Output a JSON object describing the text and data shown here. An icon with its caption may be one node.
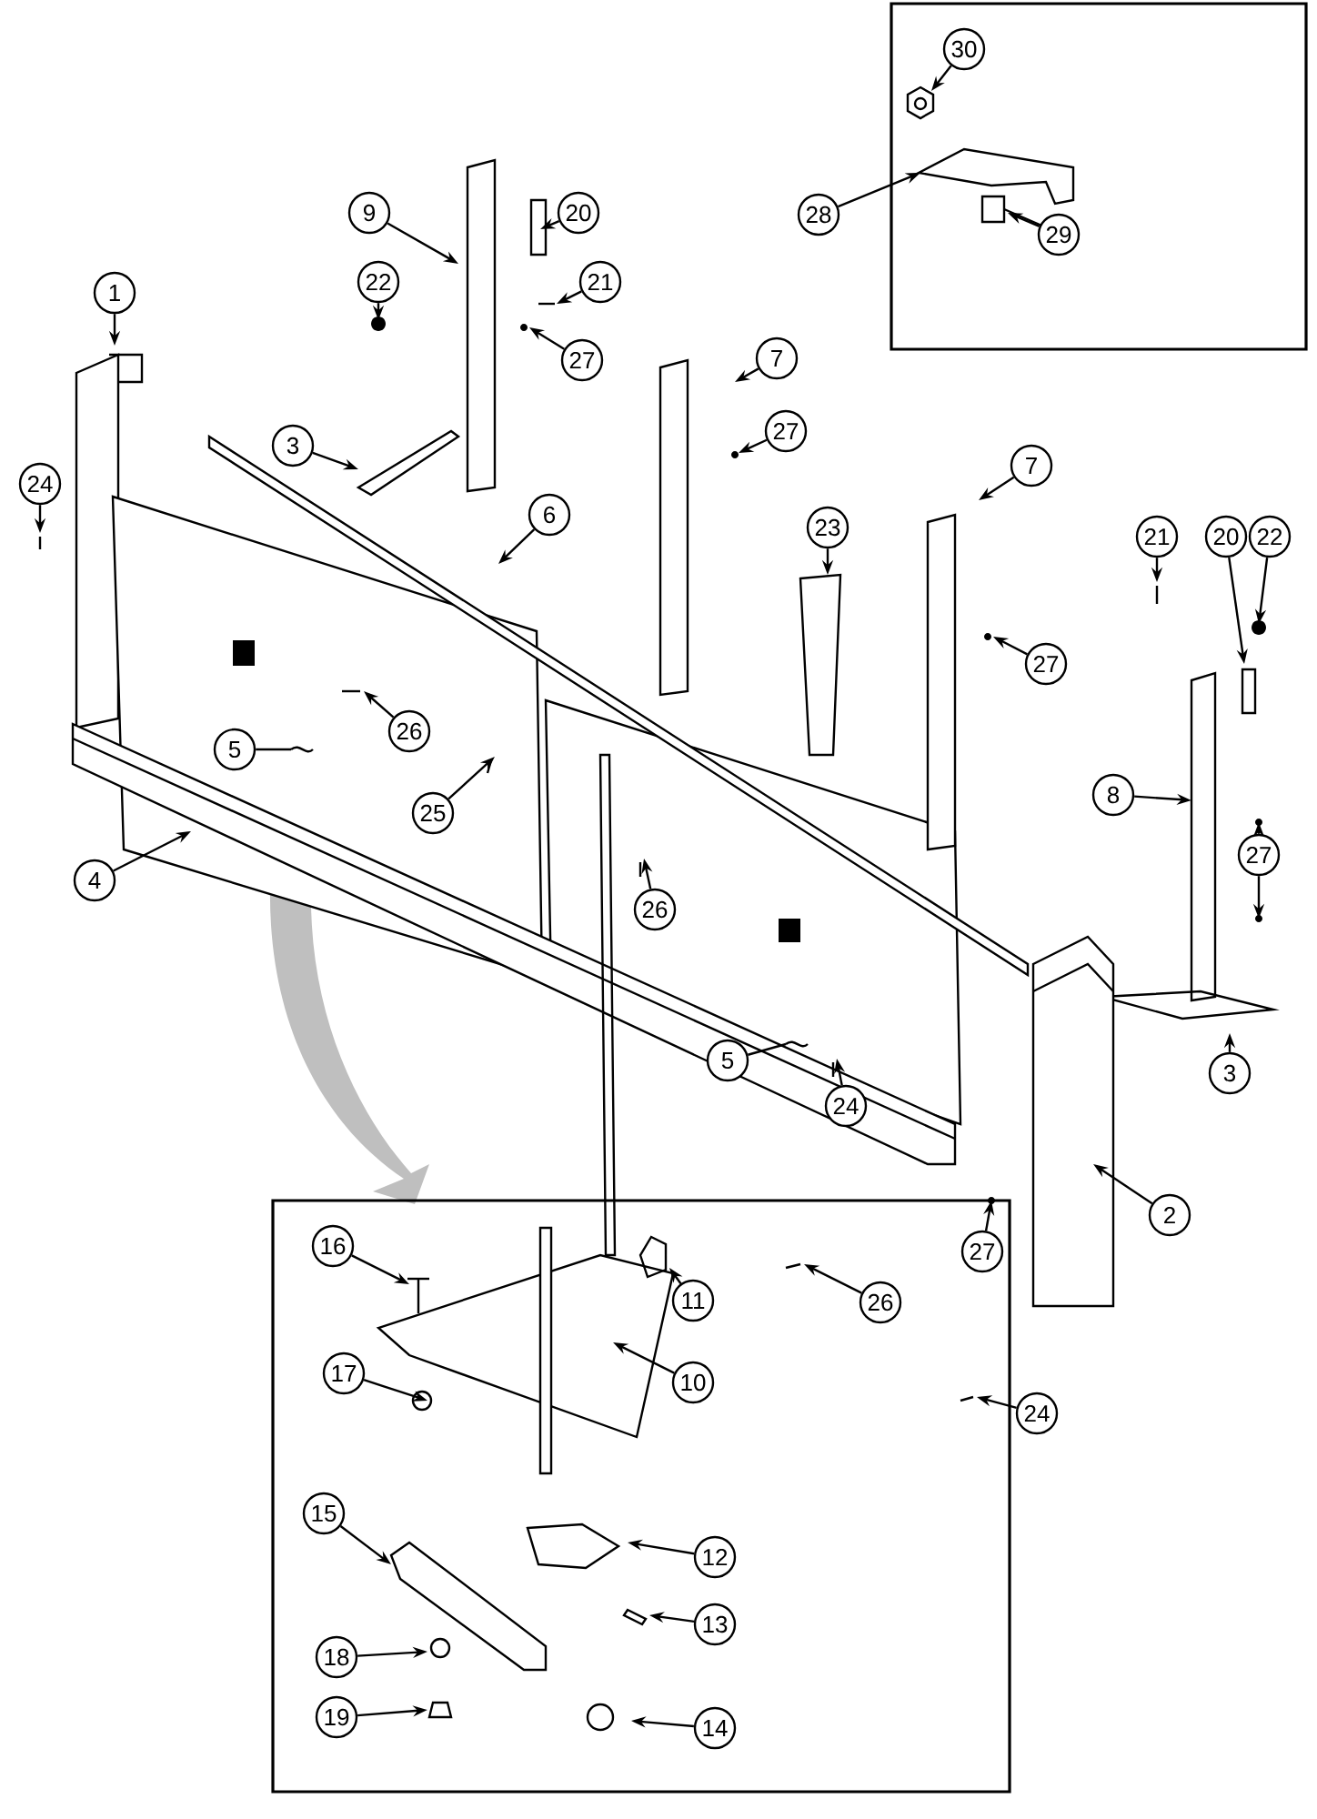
{
  "diagram": {
    "nodes": [
      {
        "text": [
          "30"
        ]
      },
      {
        "text": [
          "22"
        ]
      },
      {
        "text": [
          "20"
        ]
      },
      {
        "text": [
          "9"
        ]
      },
      {
        "text": [
          "28"
        ]
      },
      {
        "text": [
          "29"
        ]
      },
      {
        "text": [
          "1"
        ]
      },
      {
        "text": [
          "21"
        ]
      },
      {
        "text": [
          "27"
        ]
      },
      {
        "text": [
          "7"
        ]
      },
      {
        "text": [
          "27"
        ]
      },
      {
        "text": [
          "3"
        ]
      },
      {
        "text": [
          "7"
        ]
      },
      {
        "text": [
          "24"
        ]
      },
      {
        "text": [
          "6"
        ]
      },
      {
        "text": [
          "23"
        ]
      },
      {
        "text": [
          "21"
        ]
      },
      {
        "text": [
          "20"
        ]
      },
      {
        "text": [
          "22"
        ]
      },
      {
        "text": [
          "27"
        ]
      },
      {
        "text": [
          "26"
        ]
      },
      {
        "text": [
          "5"
        ]
      },
      {
        "text": [
          "8"
        ]
      },
      {
        "text": [
          "25"
        ]
      },
      {
        "text": [
          "27"
        ]
      },
      {
        "text": [
          "4"
        ]
      },
      {
        "text": [
          "26"
        ]
      },
      {
        "text": [
          "5"
        ]
      },
      {
        "text": [
          "3"
        ]
      },
      {
        "text": [
          "24"
        ]
      },
      {
        "text": [
          "2"
        ]
      },
      {
        "text": [
          "27"
        ]
      },
      {
        "text": [
          "16"
        ]
      },
      {
        "text": [
          "26"
        ]
      },
      {
        "text": [
          "11"
        ]
      },
      {
        "text": [
          "10"
        ]
      },
      {
        "text": [
          "17"
        ]
      },
      {
        "text": [
          "24"
        ]
      },
      {
        "text": [
          "15"
        ]
      },
      {
        "text": [
          "12"
        ]
      },
      {
        "text": [
          "13"
        ]
      },
      {
        "text": [
          "18"
        ]
      },
      {
        "text": [
          "19"
        ]
      },
      {
        "text": [
          "14"
        ]
      }
    ],
    "edges": [
      {
        "from": 0,
        "to": null,
        "arrow": "to"
      },
      {
        "from": 1,
        "to": null,
        "arrow": "to"
      },
      {
        "from": 2,
        "to": null,
        "arrow": "to"
      },
      {
        "from": 3,
        "to": null,
        "arrow": "to"
      },
      {
        "from": 4,
        "to": null,
        "arrow": "to"
      },
      {
        "from": 5,
        "to": null,
        "arrow": "to"
      },
      {
        "from": 6,
        "to": null,
        "arrow": "to"
      },
      {
        "from": 7,
        "to": null,
        "arrow": "to"
      },
      {
        "from": 8,
        "to": null,
        "arrow": "to"
      },
      {
        "from": 9,
        "to": null,
        "arrow": "to"
      },
      {
        "from": 10,
        "to": null,
        "arrow": "to"
      },
      {
        "from": 11,
        "to": null,
        "arrow": "to"
      },
      {
        "from": 12,
        "to": null,
        "arrow": "to"
      },
      {
        "from": 13,
        "to": null,
        "arrow": "to"
      },
      {
        "from": 14,
        "to": null,
        "arrow": "to"
      },
      {
        "from": 15,
        "to": null,
        "arrow": "to"
      },
      {
        "from": 16,
        "to": null,
        "arrow": "to"
      },
      {
        "from": 17,
        "to": null,
        "arrow": "to"
      },
      {
        "from": 18,
        "to": null,
        "arrow": "to"
      },
      {
        "from": 19,
        "to": null,
        "arrow": "to"
      },
      {
        "from": 20,
        "to": null,
        "arrow": "to"
      },
      {
        "from": 21,
        "to": null,
        "arrow": "none"
      },
      {
        "from": 22,
        "to": null,
        "arrow": "to"
      },
      {
        "from": 23,
        "to": null,
        "arrow": "to"
      },
      {
        "from": 24,
        "to": null,
        "arrow": "to"
      },
      {
        "from": 24,
        "to": null,
        "arrow": "to"
      },
      {
        "from": 25,
        "to": null,
        "arrow": "to"
      },
      {
        "from": 26,
        "to": null,
        "arrow": "to"
      },
      {
        "from": 27,
        "to": null,
        "arrow": "none"
      },
      {
        "from": 28,
        "to": null,
        "arrow": "to"
      },
      {
        "from": 29,
        "to": null,
        "arrow": "to"
      },
      {
        "from": 30,
        "to": null,
        "arrow": "to"
      },
      {
        "from": 31,
        "to": null,
        "arrow": "to"
      },
      {
        "from": 32,
        "to": null,
        "arrow": "to"
      },
      {
        "from": 33,
        "to": null,
        "arrow": "to"
      },
      {
        "from": 34,
        "to": null,
        "arrow": "to"
      },
      {
        "from": 35,
        "to": null,
        "arrow": "to"
      },
      {
        "from": 36,
        "to": null,
        "arrow": "to"
      },
      {
        "from": 37,
        "to": null,
        "arrow": "to"
      },
      {
        "from": 38,
        "to": null,
        "arrow": "to"
      },
      {
        "from": 39,
        "to": null,
        "arrow": "to"
      },
      {
        "from": 40,
        "to": null,
        "arrow": "to"
      },
      {
        "from": 41,
        "to": null,
        "arrow": "to"
      },
      {
        "from": 42,
        "to": null,
        "arrow": "to"
      },
      {
        "from": 43,
        "to": null,
        "arrow": "to"
      }
    ]
  }
}
